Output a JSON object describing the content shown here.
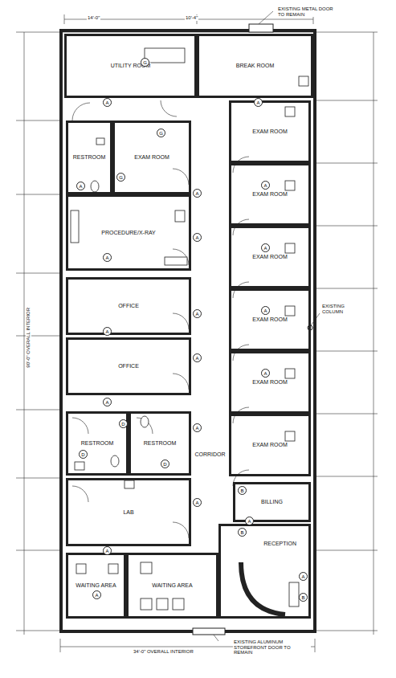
{
  "diagram": {
    "nodes": [
      {
        "text": [
          "UTILITY ROOM"
        ]
      },
      {
        "text": [
          "BREAK ROOM"
        ]
      },
      {
        "text": [
          "RESTROOM"
        ]
      },
      {
        "text": [
          "EXAM ROOM"
        ]
      },
      {
        "text": [
          "PROCEDURE/X-RAY"
        ]
      },
      {
        "text": [
          "OFFICE"
        ]
      },
      {
        "text": [
          "OFFICE"
        ]
      },
      {
        "text": [
          "RESTROOM"
        ]
      },
      {
        "text": [
          "RESTROOM"
        ]
      },
      {
        "text": [
          "LAB"
        ]
      },
      {
        "text": [
          "WAITING AREA"
        ]
      },
      {
        "text": [
          "WAITING AREA"
        ]
      },
      {
        "text": [
          "CORRIDOR"
        ]
      },
      {
        "text": [
          "EXAM ROOM"
        ]
      },
      {
        "text": [
          "EXAM ROOM"
        ]
      },
      {
        "text": [
          "EXAM ROOM"
        ]
      },
      {
        "text": [
          "EXAM ROOM"
        ]
      },
      {
        "text": [
          "EXAM ROOM"
        ]
      },
      {
        "text": [
          "EXAM ROOM"
        ]
      },
      {
        "text": [
          "BILLING"
        ]
      },
      {
        "text": [
          "RECEPTION"
        ]
      }
    ],
    "labels": [
      "EXISTING METAL DOOR TO REMAIN",
      "EXISTING ALUMINUM STOREFRONT DOOR TO REMAIN",
      "EXISTING COLUMN",
      "34'-0\" OVERALL INTERIOR",
      "90'-0\" OVERALL INTERIOR",
      "A",
      "A",
      "A",
      "A",
      "A",
      "A",
      "A",
      "A",
      "A",
      "A",
      "A",
      "A",
      "A",
      "A",
      "A",
      "A",
      "A",
      "A",
      "A",
      "A",
      "G",
      "G",
      "G",
      "D",
      "D",
      "D",
      "B",
      "B",
      "B",
      "14'-0\"",
      "10'-4\""
    ]
  }
}
